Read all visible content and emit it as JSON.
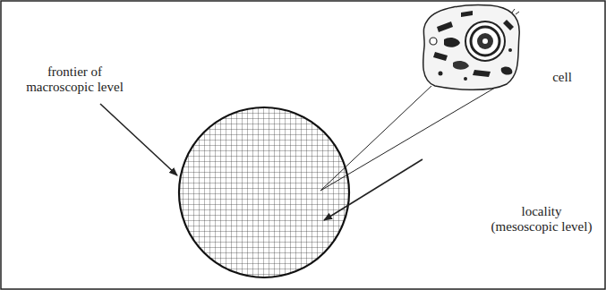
{
  "diagram": {
    "labels": [
      "frontier of macroscopic level",
      "cell",
      "locality (mesoscopic level)"
    ]
  }
}
